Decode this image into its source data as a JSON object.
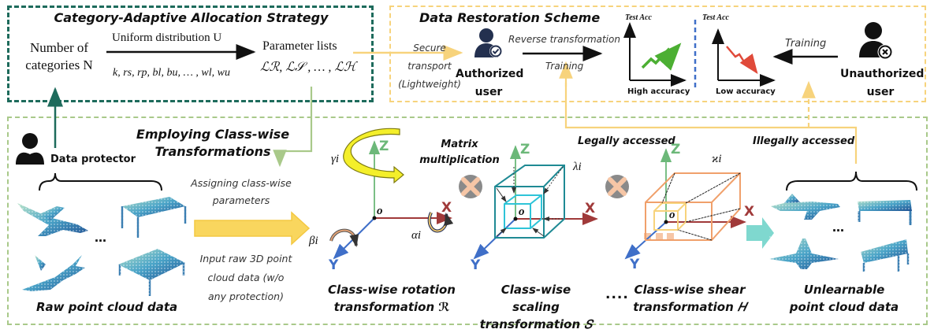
{
  "category_box": {
    "title": "Category-Adaptive Allocation Strategy",
    "input_line1": "Number of",
    "input_line2": "categories N",
    "arrow_top_label": "Uniform distribution U",
    "arrow_bottom_label": "k, rs, rp, bl, bu, … , wl, wu",
    "output_line1": "Parameter lists",
    "output_line2": "ℒℛ, ℒ𝒮 , … , ℒℋ"
  },
  "restoration_box": {
    "title": "Data Restoration Scheme",
    "secure_transport_line1": "Secure",
    "secure_transport_line2": "transport",
    "secure_transport_line3": "(Lightweight)",
    "authorized_user_line1": "Authorized",
    "authorized_user_line2": "user",
    "reverse_label": "Reverse transformation",
    "authorized_training_label": "Training",
    "high_chart": {
      "ylabel": "Test Acc",
      "caption": "High accuracy",
      "trend": "increasing",
      "color": "#4caf33"
    },
    "low_chart": {
      "ylabel": "Test Acc",
      "caption": "Low accuracy",
      "trend": "decreasing",
      "color": "#e04a3a"
    },
    "unauthorized_training_label": "Training",
    "unauthorized_user_line1": "Unauthorized",
    "unauthorized_user_line2": "user"
  },
  "transform_box": {
    "title_line1": "Employing Class-wise",
    "title_line2": "Transformations",
    "data_protector": "Data protector",
    "raw_caption": "Raw point cloud data",
    "ellipsis": "…",
    "assign_line1": "Assigning class-wise",
    "assign_line2": "parameters",
    "input_line1": "Input raw 3D point",
    "input_line2": "cloud data (w/o",
    "input_line3": "any protection)",
    "matrix_line1": "Matrix",
    "matrix_line2": "multiplication",
    "legally": "Legally accessed",
    "illegally": "Illegally  accessed",
    "rotation_line1": "Class-wise rotation",
    "rotation_line2": "transformation ℛ",
    "scaling_line1": "Class-wise scaling",
    "scaling_line2": "transformation 𝑆",
    "shear_line1": "Class-wise shear",
    "shear_line2": "transformation 𝐻",
    "dots": "....",
    "unlearnable_line1": "Unlearnable",
    "unlearnable_line2": "point cloud data",
    "axes": {
      "x": "X",
      "y": "Y",
      "z": "Z",
      "origin": "o"
    },
    "params": {
      "gamma": "γi",
      "beta": "βi",
      "alpha": "αi",
      "lambda": "λi",
      "kappa": "ϰi"
    }
  },
  "colors": {
    "teal_dark": "#1e6b5c",
    "yellow_border": "#f7d37c",
    "green_border": "#a9c98a",
    "axis_x": "#a03a3a",
    "axis_y": "#3f6fc8",
    "axis_z": "#6cb879",
    "cube_outer": "#1f8a94",
    "cube_inner": "#2ec4d8",
    "shear_outer": "#f0a06b",
    "shear_inner": "#f7d37c",
    "point_cloud": "#2f7fb8"
  }
}
